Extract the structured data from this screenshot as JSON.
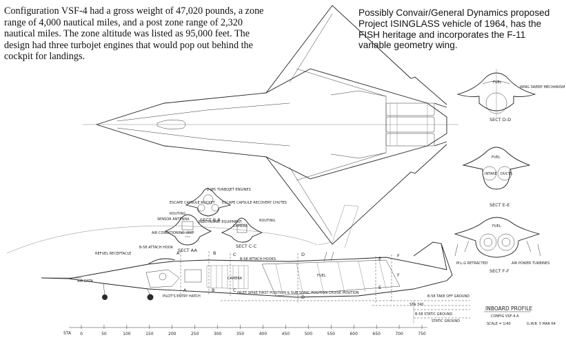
{
  "captions": {
    "left": [
      "Configuration VSF-4 had a gross weight of 47,020 pounds, a zone",
      "range of 4,000 nautical miles, and a post zone range of 2,320",
      "nautical miles. The zone altitude was listed as 95,000 feet. The",
      "design had three turbojet engines that would pop out behind the",
      "cockpit for landings."
    ],
    "right": [
      "Possibly Convair/General Dynamics proposed",
      "Project ISINGLASS vehicle of 1964, has the",
      "FISH heritage and incorporates the F-11",
      "variable geometry wing."
    ]
  },
  "drawing": {
    "sections": {
      "dd": "SECT D-D",
      "ee": "SECT E-E",
      "ff": "SECT F-F",
      "bb": "SECT B-B",
      "cc": "SECT C-C",
      "aa": "SECT AA"
    },
    "section_callouts": {
      "wing_sweep": "WING SWEEP MECHANISM",
      "fuel_d": "FUEL",
      "fuel_e": "FUEL",
      "intake": "INTAKE",
      "ducts": "DUCTS",
      "fuel_f": "FUEL",
      "mlg_retracted": "M.L.G RETRACTED",
      "air_power_turbines": "AIR POWER TURBINES",
      "turbojet_engines": "2-J85 TURBOJET ENGINES",
      "escape_capsule_rocket": "ESCAPE CAPSULE ROCKET",
      "escape_capsule_recovery": "ESCAPE CAPSULE RECOVERY CHUTES",
      "routing_b": "ROUTING",
      "sensor_antenna": "SENSOR ANTENNA",
      "electronic_equipment": "ELECTRONIC EQUIPMENT",
      "air_conditioning": "AIR CONDITIONING UNIT",
      "camera_c": "CAMERA",
      "routing_c": "ROUTING"
    },
    "profile_callouts": {
      "refuel_receptacle": "REFUEL RECEPTACLE",
      "b58_attach_hook": "B-58 ATTACH HOOK",
      "b58_attach_hooks": "B-58 ATTACH HOOKS",
      "camera": "CAMERA",
      "fuel": "FUEL",
      "pilots_entry_hatch": "PILOT'S ENTRY HATCH",
      "inlet_spike": "INLET SPIKE FIRST POSITION & SUB SONIC POSITION CRUISE POSITION",
      "air_data_probe": "AIR DATA",
      "takeoff_ground": "B-58 TAKE OFF GROUND",
      "sta_740": "STA 740",
      "static_ground_b58": "B-58 STATIC GROUND",
      "static_ground": "STATIC GROUND"
    },
    "cut_letters": [
      "A",
      "A",
      "B",
      "B",
      "C",
      "C",
      "D",
      "D",
      "E",
      "E",
      "F",
      "F"
    ],
    "title_block": {
      "title": "INBOARD PROFILE",
      "subtitle": "CONFIG VSF-4 A",
      "scale": "SCALE = 1/40",
      "signature": "G.W.B. 5 MAR 64"
    },
    "station_scale": {
      "prefix": "STA",
      "ticks": [
        "0",
        "50",
        "100",
        "150",
        "200",
        "250",
        "300",
        "350",
        "400",
        "450",
        "500",
        "550",
        "600",
        "650",
        "700",
        "750"
      ]
    }
  }
}
